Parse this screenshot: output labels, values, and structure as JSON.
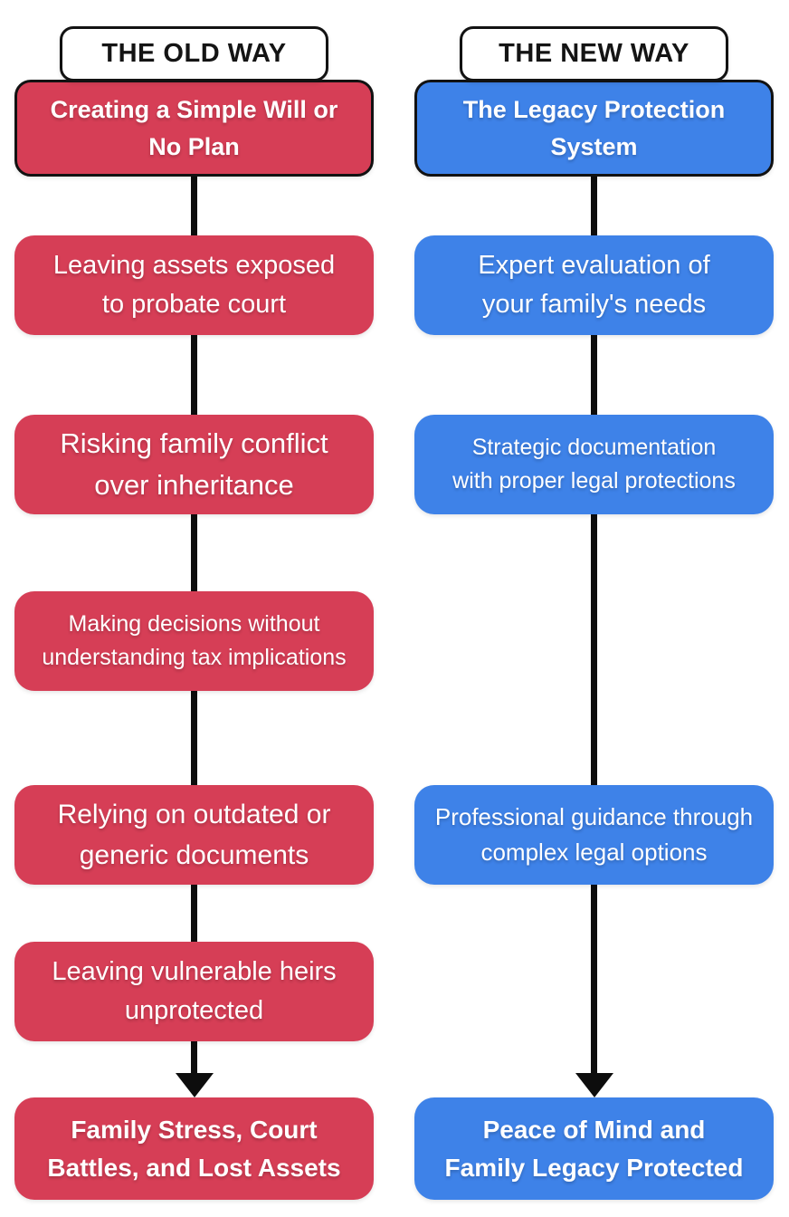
{
  "page": {
    "background_color": "#ffffff",
    "connector_color": "#0d0d0d",
    "border_color": "#121212"
  },
  "columns": [
    {
      "name": "the-old-way",
      "header_label": "THE OLD WAY",
      "accent_color": "#d63e56",
      "title": "Creating a Simple Will or\nNo Plan",
      "steps": [
        "Leaving assets exposed\nto probate court",
        "Risking family conflict\nover inheritance",
        "Making decisions without\nunderstanding tax implications",
        "Relying on outdated or\ngeneric documents",
        "Leaving vulnerable heirs\nunprotected"
      ],
      "result": "Family Stress, Court\nBattles, and Lost Assets"
    },
    {
      "name": "the-new-way",
      "header_label": "THE NEW WAY",
      "accent_color": "#3e82e8",
      "title": "The Legacy Protection\nSystem",
      "steps": [
        "Expert evaluation of\nyour family's needs",
        "Strategic documentation\nwith proper legal protections",
        "Professional guidance through\ncomplex legal options"
      ],
      "result": "Peace of Mind and\nFamily Legacy Protected"
    }
  ]
}
